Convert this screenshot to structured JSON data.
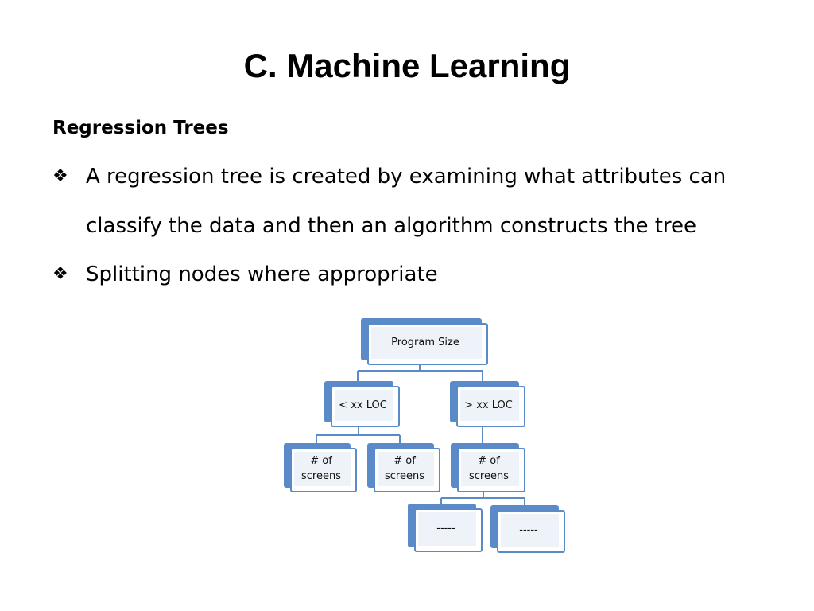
{
  "slide": {
    "title": "C. Machine Learning",
    "subheading": "Regression Trees",
    "bullets": [
      {
        "glyph": "❖",
        "text": "A regression tree is created by examining what attributes can classify the data and then an algorithm constructs the tree"
      },
      {
        "glyph": "❖",
        "text": "Splitting nodes where appropriate"
      }
    ]
  },
  "tree": {
    "root": "Program Size",
    "left_branch": "< xx LOC",
    "right_branch": "> xx LOC",
    "left_leaf_1": "# of screens",
    "left_leaf_2": "# of screens",
    "right_child": "# of screens",
    "right_leaf_1": "-----",
    "right_leaf_2": "-----"
  },
  "colors": {
    "node_border": "#5b8ac9",
    "node_shadow": "#5b8ac9",
    "connector": "#5b8ac9"
  }
}
